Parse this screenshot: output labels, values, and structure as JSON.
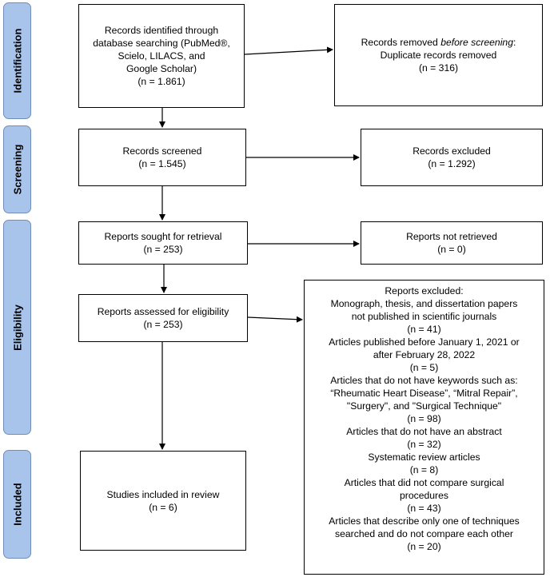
{
  "phases": {
    "identification": "Identification",
    "screening": "Screening",
    "eligibility": "Eligibility",
    "included": "Included"
  },
  "boxes": {
    "identified": {
      "lines": [
        "Records identified through",
        "database searching (PubMed®,",
        "Scielo, LILACS, and",
        "Google Scholar)",
        "(n = 1.861)"
      ]
    },
    "removed": {
      "line1_prefix": "Records removed ",
      "line1_italic": "before screening",
      "line1_suffix": ":",
      "lines": [
        "Duplicate records removed",
        "(n = 316)"
      ]
    },
    "screened": {
      "lines": [
        "Records screened",
        "(n = 1.545)"
      ]
    },
    "excluded": {
      "lines": [
        "Records excluded",
        "(n = 1.292)"
      ]
    },
    "sought": {
      "lines": [
        "Reports sought for retrieval",
        "(n = 253)"
      ]
    },
    "not_retrieved": {
      "lines": [
        "Reports not retrieved",
        "(n = 0)"
      ]
    },
    "assessed": {
      "lines": [
        "Reports assessed for eligibility",
        "(n = 253)"
      ]
    },
    "included": {
      "lines": [
        "Studies included in review",
        "(n = 6)"
      ]
    },
    "reports_excluded": {
      "lines": [
        "Reports excluded:",
        "Monograph, thesis, and dissertation papers",
        "not published in scientific journals",
        "(n = 41)",
        "Articles published before January 1, 2021 or",
        "after February 28, 2022",
        "(n = 5)",
        "Articles that do not have keywords such as:",
        "“Rheumatic Heart Disease”, “Mitral Repair”,",
        "\"Surgery\", and \"Surgical Technique\"",
        "(n = 98)",
        "Articles that do not have an abstract",
        "(n = 32)",
        "Systematic review articles",
        "(n = 8)",
        "Articles that did not compare surgical",
        "procedures",
        "(n = 43)",
        "Articles that describe only one of techniques",
        "searched and do not compare each other",
        "(n = 20)"
      ]
    }
  }
}
